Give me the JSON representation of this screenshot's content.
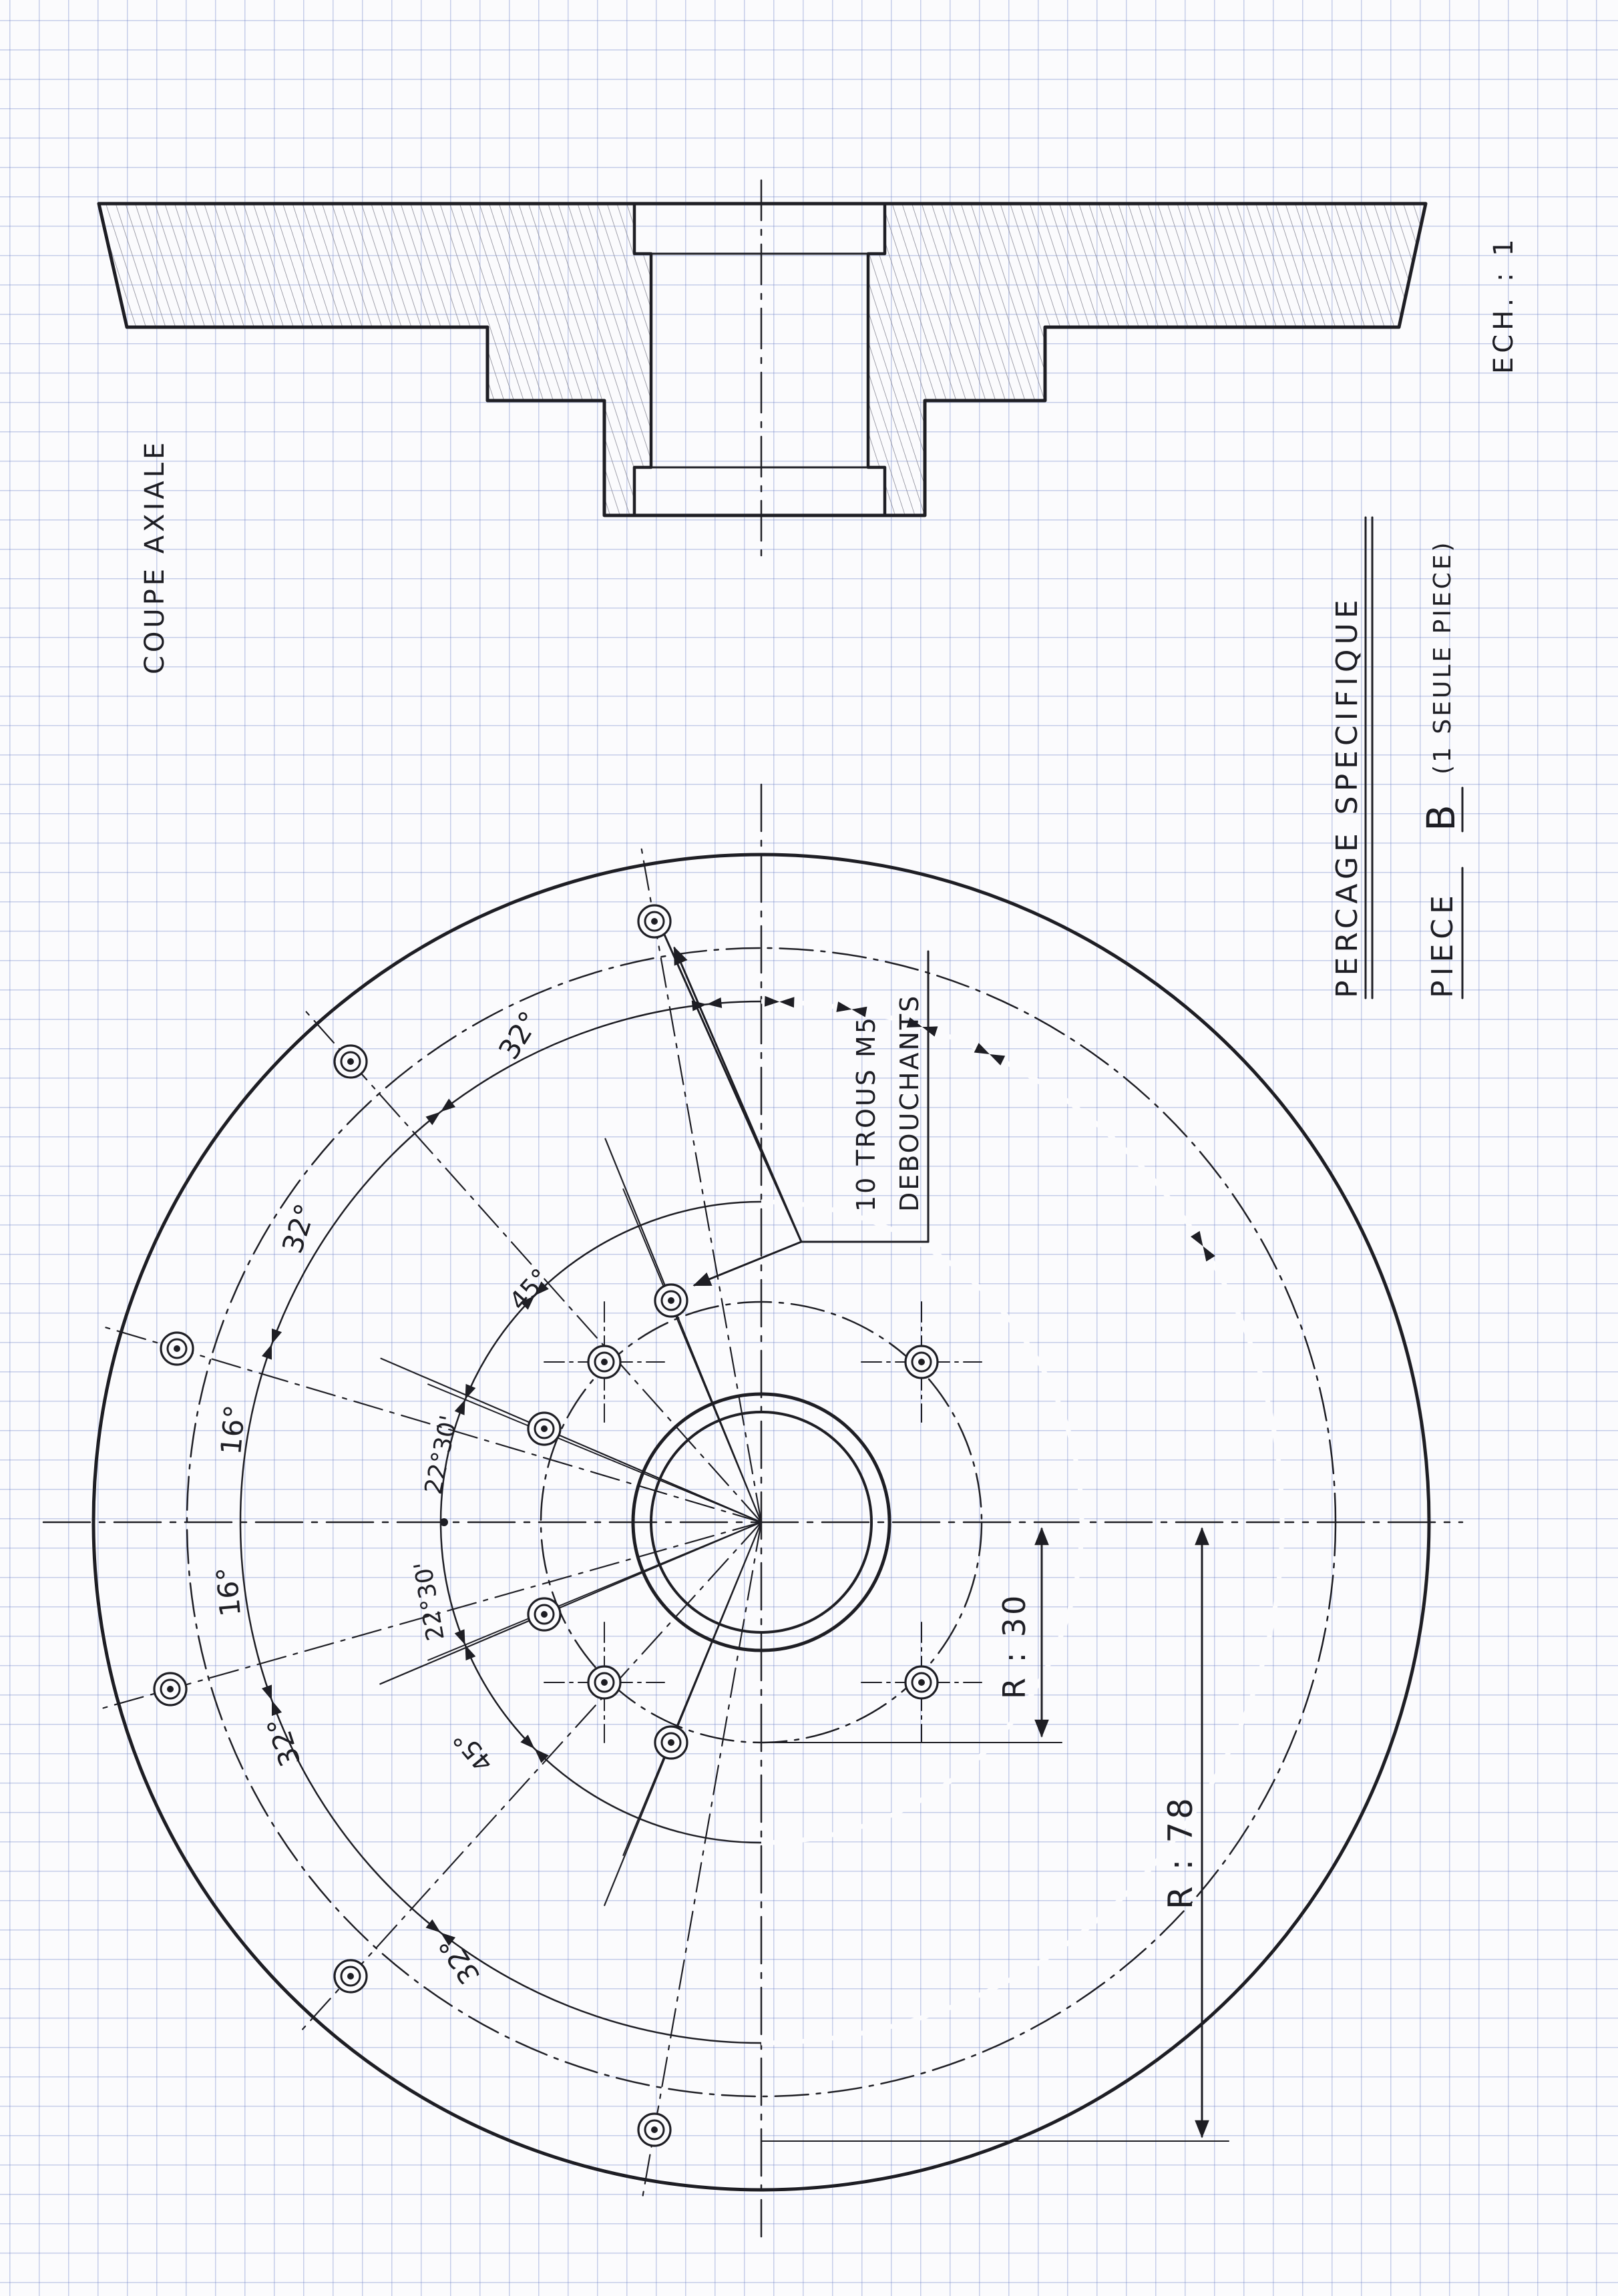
{
  "section": {
    "title": "COUPE AXIALE",
    "scale": "ECH. : 1"
  },
  "title_block": {
    "line1": "PERCAGE SPECIFIQUE",
    "line2_label": "PIECE",
    "line2_letter": "B",
    "line2_note": "(1 SEULE PIECE)"
  },
  "holes_note": {
    "line1": "10 TROUS M5",
    "line2": "DEBOUCHANTS"
  },
  "radii": {
    "small": "R : 30",
    "large": "R : 78"
  },
  "angles": {
    "outer_top_1": "32°",
    "outer_top_2": "32°",
    "outer_top_3": "16°",
    "outer_bottom_1": "16°",
    "outer_bottom_2": "32°",
    "outer_bottom_3": "32°",
    "inner_top_45": "45°",
    "inner_top_22": "22°30'",
    "inner_bottom_22": "22°30'",
    "inner_bottom_45": "45°"
  },
  "colors": {
    "ink": "#1e1e24",
    "grid": "#6e82c8",
    "paper": "#fbfbfd",
    "hatch": "#8a8a96"
  }
}
